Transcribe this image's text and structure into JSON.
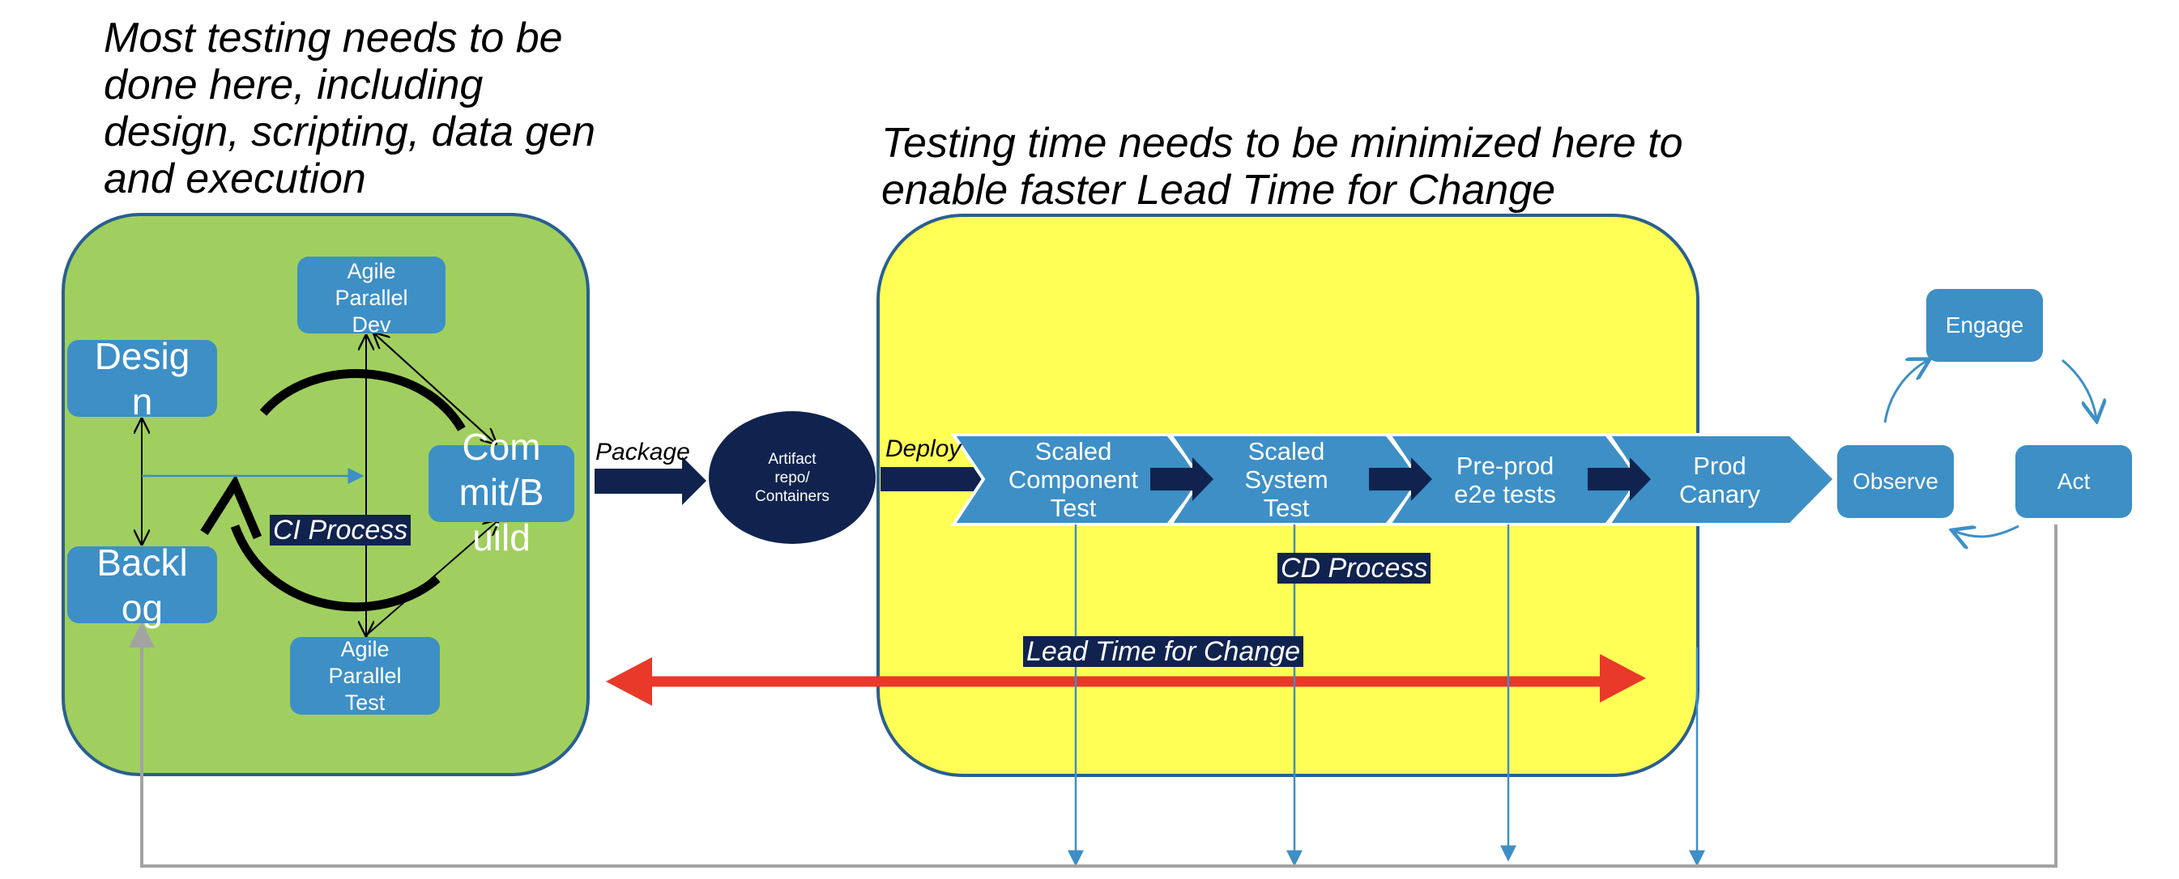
{
  "headings": {
    "left": "Most testing needs to be\ndone here, including\ndesign, scripting, data gen\nand execution",
    "right": "Testing time needs to be minimized here to\nenable faster Lead Time for Change"
  },
  "ci": {
    "design": "Desig\nn",
    "backlog": "Backl\nog",
    "dev": "Agile\nParallel\nDev",
    "test": "Agile\nParallel\nTest",
    "commit": "Com\nmit/B\nuild",
    "process_label": "CI Process"
  },
  "package_label": "Package",
  "artifact": "Artifact\nrepo/\nContainers",
  "deploy_label": "Deploy",
  "cd": {
    "stages": [
      "Scaled\nComponent\nTest",
      "Scaled\nSystem\nTest",
      "Pre-prod\ne2e tests",
      "Prod\nCanary"
    ],
    "process_label": "CD Process"
  },
  "lead_time_label": "Lead Time for Change",
  "feedback": {
    "engage": "Engage",
    "observe": "Observe",
    "act": "Act"
  },
  "colors": {
    "green_zone": "#a0cf5f",
    "yellow_zone": "#ffff55",
    "zone_border": "#2a5f8f",
    "box_blue": "#3d8fc6",
    "navy": "#10234f",
    "red_arrow": "#e8392a",
    "grey_line": "#a3a3a3"
  }
}
